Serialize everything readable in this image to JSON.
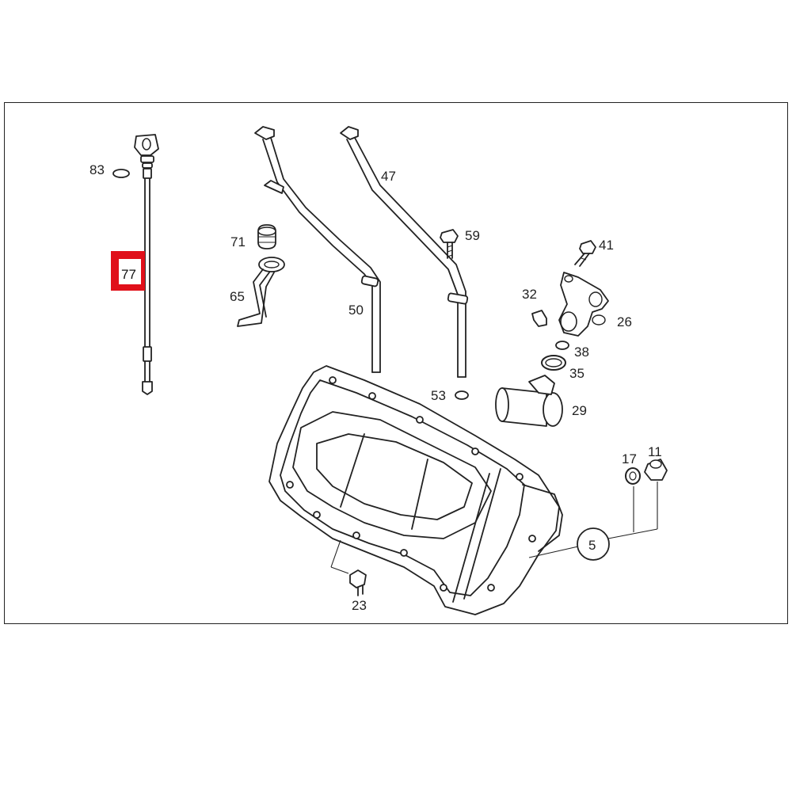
{
  "labels": {
    "p83": "83",
    "p77": "77",
    "p71": "71",
    "p65": "65",
    "p50": "50",
    "p47": "47",
    "p59": "59",
    "p41": "41",
    "p32": "32",
    "p26": "26",
    "p38": "38",
    "p35": "35",
    "p53": "53",
    "p29": "29",
    "p17": "17",
    "p11": "11",
    "p5": "5",
    "p23": "23"
  },
  "highlight": {
    "part": "77",
    "color": "#e0101a"
  },
  "colors": {
    "line": "#222222",
    "background": "#ffffff"
  }
}
